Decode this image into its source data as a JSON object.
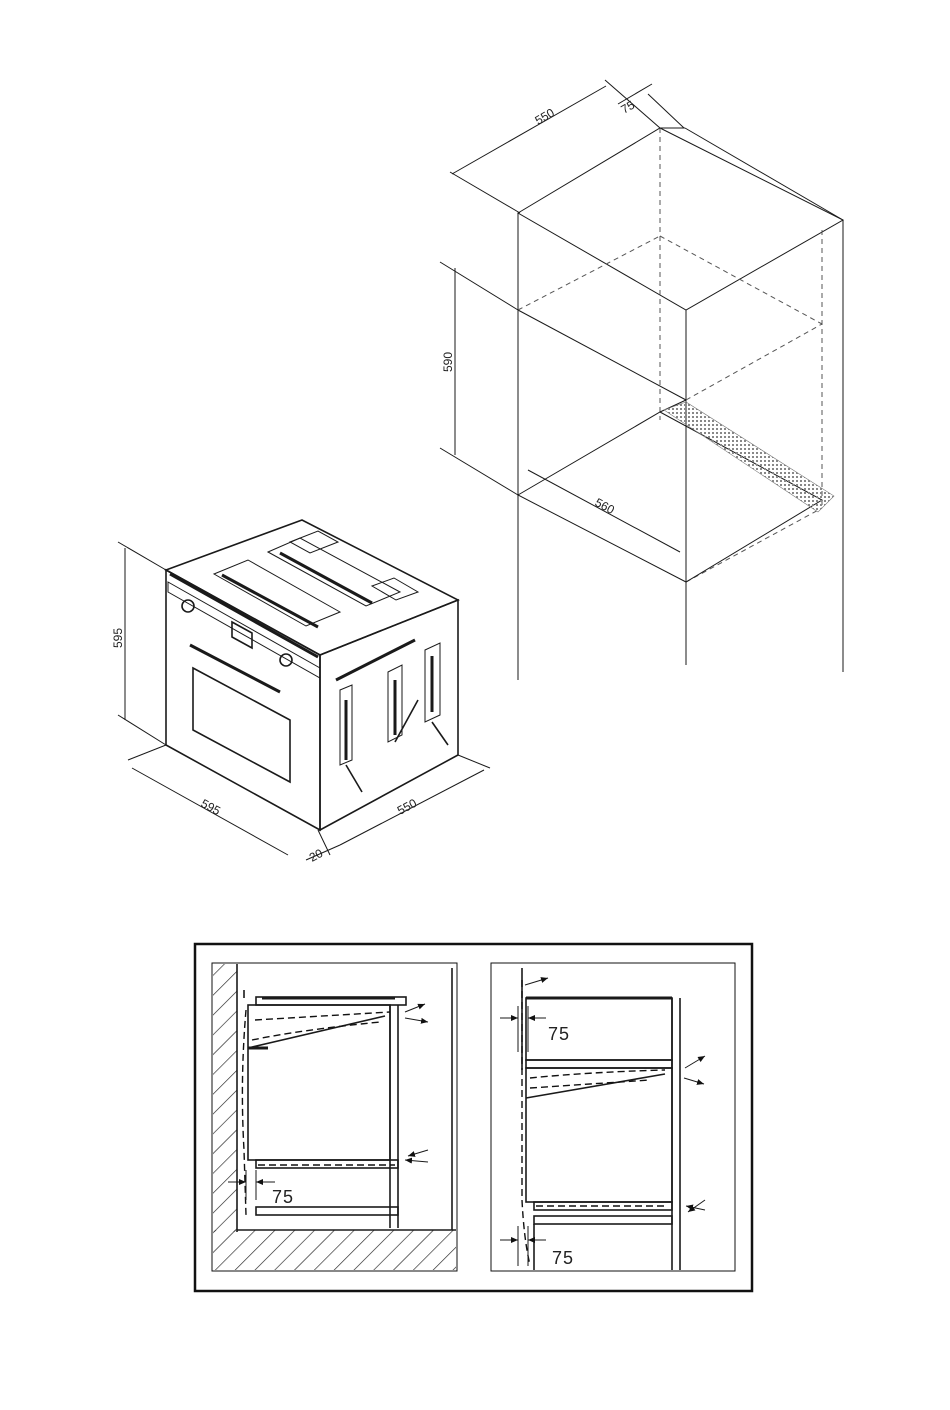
{
  "cabinet": {
    "dim_depth": "550",
    "dim_offset": "75",
    "dim_height": "590",
    "dim_width": "560"
  },
  "oven": {
    "dim_height": "595",
    "dim_width": "595",
    "dim_depth": "550",
    "dim_front": "20"
  },
  "ventilation": {
    "under_counter_gap": "75",
    "column_top_gap": "75",
    "column_bottom_gap": "75"
  }
}
